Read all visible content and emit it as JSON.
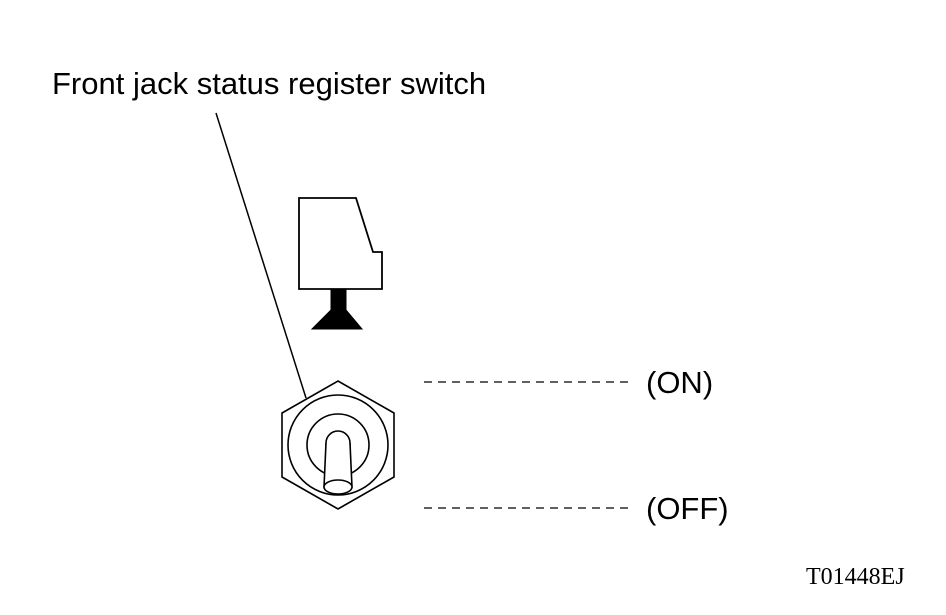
{
  "labels": {
    "switch_name": "Front jack status register switch",
    "on_position": "(ON)",
    "off_position": "(OFF)"
  },
  "figure_id": "T01448EJ",
  "colors": {
    "ink": "#000000",
    "background": "#ffffff"
  },
  "icons": {
    "switch_symbol": "toggle-switch-icon",
    "lever_symbol": "lever-icon"
  }
}
